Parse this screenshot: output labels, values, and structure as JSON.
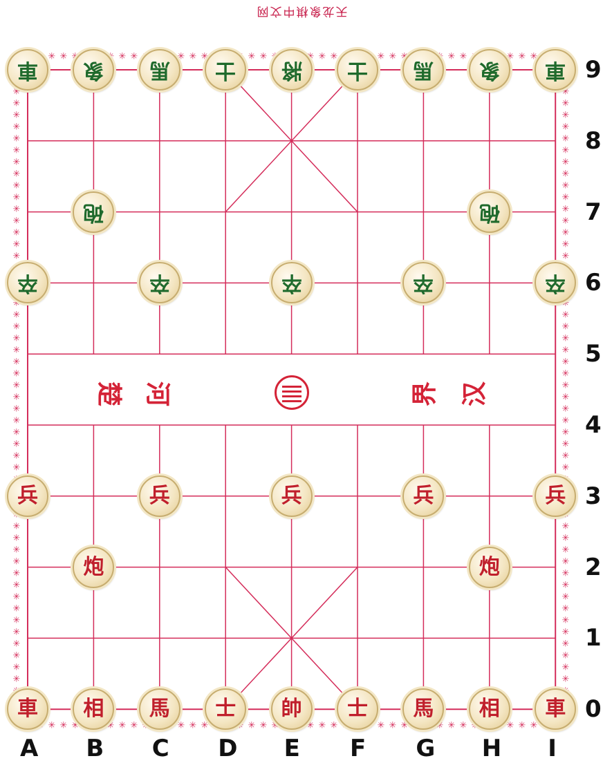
{
  "top_caption": "天龙象棋中文网",
  "files": [
    "A",
    "B",
    "C",
    "D",
    "E",
    "F",
    "G",
    "H",
    "I"
  ],
  "ranks": [
    "0",
    "1",
    "2",
    "3",
    "4",
    "5",
    "6",
    "7",
    "8",
    "9"
  ],
  "river": {
    "left": [
      "楚",
      "河"
    ],
    "right": [
      "界",
      "汉"
    ]
  },
  "colors": {
    "line": "#d42c5a",
    "green": "#1f6a2c",
    "red": "#c01f2c"
  },
  "pieces": [
    {
      "side": "green",
      "char": "車",
      "file": "A",
      "rank": "9"
    },
    {
      "side": "green",
      "char": "象",
      "file": "B",
      "rank": "9"
    },
    {
      "side": "green",
      "char": "馬",
      "file": "C",
      "rank": "9"
    },
    {
      "side": "green",
      "char": "士",
      "file": "D",
      "rank": "9"
    },
    {
      "side": "green",
      "char": "將",
      "file": "E",
      "rank": "9"
    },
    {
      "side": "green",
      "char": "士",
      "file": "F",
      "rank": "9"
    },
    {
      "side": "green",
      "char": "馬",
      "file": "G",
      "rank": "9"
    },
    {
      "side": "green",
      "char": "象",
      "file": "H",
      "rank": "9"
    },
    {
      "side": "green",
      "char": "車",
      "file": "I",
      "rank": "9"
    },
    {
      "side": "green",
      "char": "砲",
      "file": "B",
      "rank": "7"
    },
    {
      "side": "green",
      "char": "砲",
      "file": "H",
      "rank": "7"
    },
    {
      "side": "green",
      "char": "卒",
      "file": "A",
      "rank": "6"
    },
    {
      "side": "green",
      "char": "卒",
      "file": "C",
      "rank": "6"
    },
    {
      "side": "green",
      "char": "卒",
      "file": "E",
      "rank": "6"
    },
    {
      "side": "green",
      "char": "卒",
      "file": "G",
      "rank": "6"
    },
    {
      "side": "green",
      "char": "卒",
      "file": "I",
      "rank": "6"
    },
    {
      "side": "red",
      "char": "兵",
      "file": "A",
      "rank": "3"
    },
    {
      "side": "red",
      "char": "兵",
      "file": "C",
      "rank": "3"
    },
    {
      "side": "red",
      "char": "兵",
      "file": "E",
      "rank": "3"
    },
    {
      "side": "red",
      "char": "兵",
      "file": "G",
      "rank": "3"
    },
    {
      "side": "red",
      "char": "兵",
      "file": "I",
      "rank": "3"
    },
    {
      "side": "red",
      "char": "炮",
      "file": "B",
      "rank": "2"
    },
    {
      "side": "red",
      "char": "炮",
      "file": "H",
      "rank": "2"
    },
    {
      "side": "red",
      "char": "車",
      "file": "A",
      "rank": "0"
    },
    {
      "side": "red",
      "char": "相",
      "file": "B",
      "rank": "0"
    },
    {
      "side": "red",
      "char": "馬",
      "file": "C",
      "rank": "0"
    },
    {
      "side": "red",
      "char": "士",
      "file": "D",
      "rank": "0"
    },
    {
      "side": "red",
      "char": "帥",
      "file": "E",
      "rank": "0"
    },
    {
      "side": "red",
      "char": "士",
      "file": "F",
      "rank": "0"
    },
    {
      "side": "red",
      "char": "馬",
      "file": "G",
      "rank": "0"
    },
    {
      "side": "red",
      "char": "相",
      "file": "H",
      "rank": "0"
    },
    {
      "side": "red",
      "char": "車",
      "file": "I",
      "rank": "0"
    }
  ]
}
